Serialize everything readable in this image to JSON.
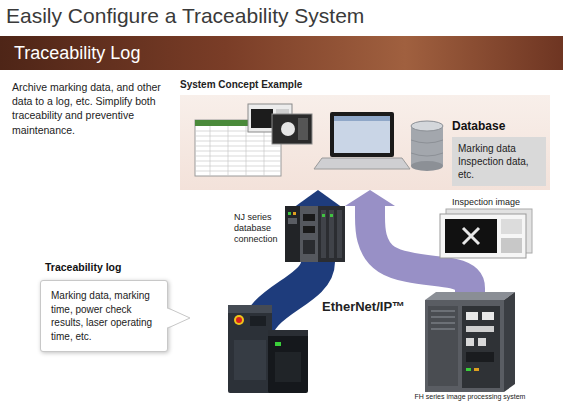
{
  "diagram": {
    "title": "Easily Configure a Traceability System",
    "nodes": [
      {
        "text": [
          "Traceability Log"
        ]
      },
      {
        "text": [
          "System Concept Example"
        ]
      },
      {
        "text": [
          "Database",
          "Marking data Inspection data, etc."
        ],
        "in": 1
      },
      {
        "text": [
          "Traceability log",
          "Marking data, marking time, power check results, laser operating time, etc."
        ]
      },
      {
        "text": [
          "FH series image processing system"
        ]
      }
    ],
    "edges": [
      {
        "from": 4,
        "to": 1,
        "arrow": "to"
      }
    ],
    "labels": [
      "Archive marking data, and other data to a log, etc. Simplify both traceability and preventive maintenance.",
      "NJ series database connection",
      "Inspection image",
      "EtherNet/IP™"
    ]
  }
}
